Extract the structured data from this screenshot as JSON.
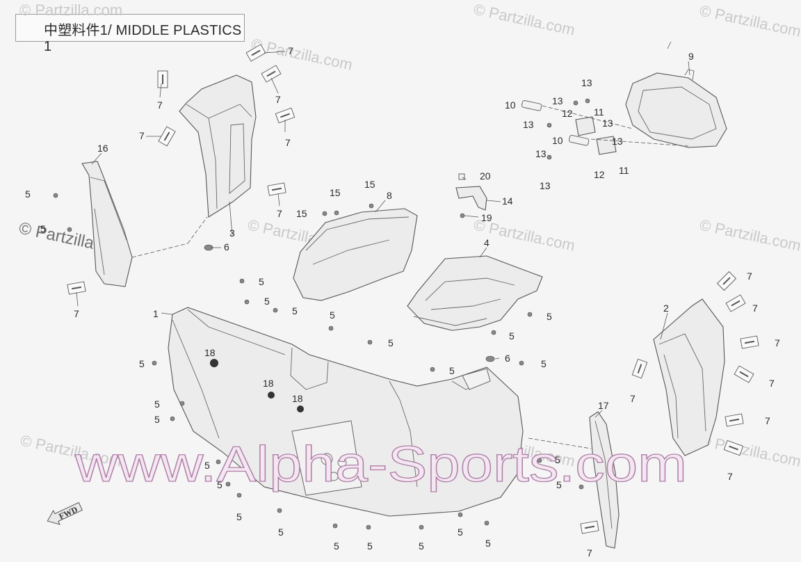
{
  "title": "中塑料件1/ MIDDLE PLASTICS 1",
  "watermarks": {
    "small": "© Partzilla.com",
    "left": "© Partzilla.com",
    "site": "www.Alpha-Sports.com"
  },
  "fwd_label": "FWD",
  "callouts": {
    "c1": "1",
    "c2": "2",
    "c3": "3",
    "c4": "4",
    "c6a": "6",
    "c6b": "6",
    "c8": "8",
    "c9": "9",
    "c10a": "10",
    "c10b": "10",
    "c11a": "11",
    "c11b": "11",
    "c12a": "12",
    "c12b": "12",
    "c13": "13",
    "c14": "14",
    "c15": "15",
    "c16": "16",
    "c17": "17",
    "c18": "18",
    "c19": "19",
    "c20": "20",
    "c5": "5",
    "c7": "7"
  }
}
